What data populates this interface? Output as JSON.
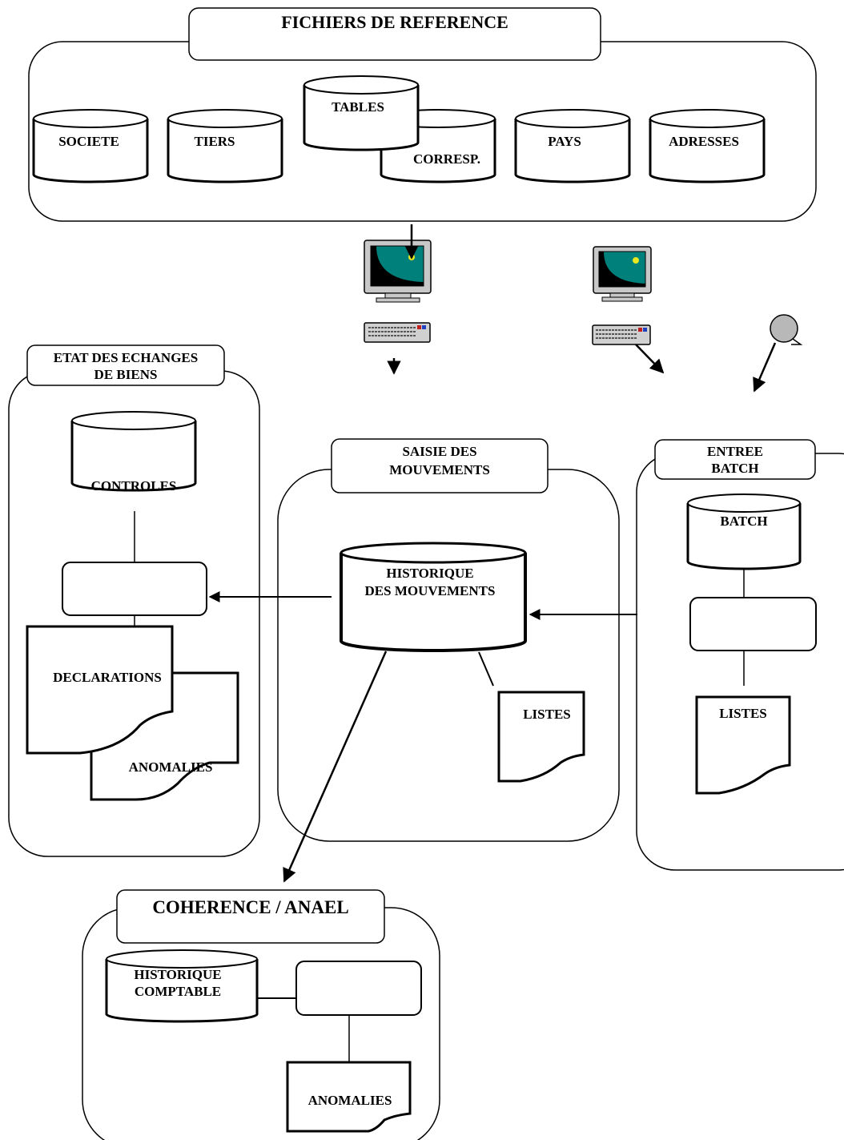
{
  "groups": {
    "reference": {
      "title": "FICHIERS DE REFERENCE",
      "files": [
        "SOCIETE",
        "TIERS",
        "TABLES",
        "CORRESP.",
        "PAYS",
        "ADRESSES"
      ]
    },
    "etat": {
      "title_line1": "ETAT DES ECHANGES",
      "title_line2": "DE BIENS",
      "controles": "CONTROLES",
      "declarations": "DECLARATIONS",
      "anomalies": "ANOMALIES"
    },
    "saisie": {
      "title_line1": "SAISIE DES",
      "title_line2": "MOUVEMENTS",
      "historique_line1": "HISTORIQUE",
      "historique_line2": "DES MOUVEMENTS",
      "listes": "LISTES"
    },
    "batch": {
      "title_line1": "ENTREE",
      "title_line2": "BATCH",
      "batch": "BATCH",
      "listes": "LISTES"
    },
    "coherence": {
      "title": "COHERENCE / ANAEL",
      "historique_line1": "HISTORIQUE",
      "historique_line2": "COMPTABLE",
      "anomalies": "ANOMALIES"
    }
  },
  "icons": [
    "monitor-icon",
    "keyboard-icon",
    "tape-reel-icon"
  ],
  "colors": {
    "line": "#000000",
    "screen": "#00807a",
    "monitor_case": "#c8c8c8"
  }
}
